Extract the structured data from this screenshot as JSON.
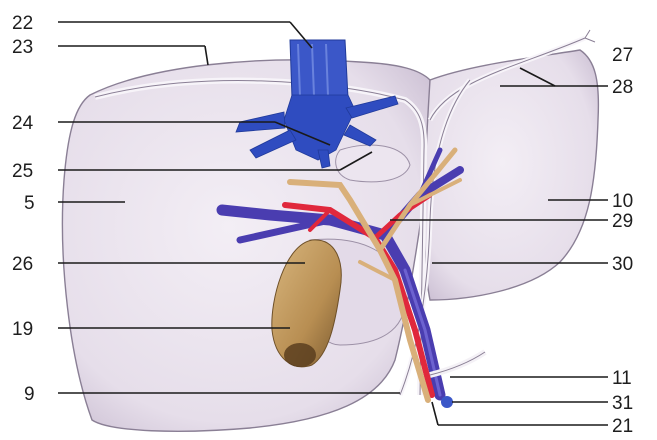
{
  "labels": {
    "l22": "22",
    "l23": "23",
    "l24": "24",
    "l25": "25",
    "l5": "5",
    "l26": "26",
    "l19": "19",
    "l9": "9",
    "l27": "27",
    "l28": "28",
    "l10": "10",
    "l29": "29",
    "l30": "30",
    "l11": "11",
    "l31": "31",
    "l21": "21"
  },
  "colors": {
    "liver": "#ebe4ee",
    "liver_shadow": "#cfc5d6",
    "outline": "#8a7f95",
    "vena_cava": "#3b57c8",
    "hepatic_veins": "#2f4cc0",
    "portal_vein": "#4a3db0",
    "hepatic_artery": "#e0283c",
    "bile_duct": "#d9b07a",
    "gallbladder": "#c8a064",
    "ligament": "#f4f1f6"
  },
  "icons": {
    "illustration": "liver-anatomy-illustration"
  }
}
